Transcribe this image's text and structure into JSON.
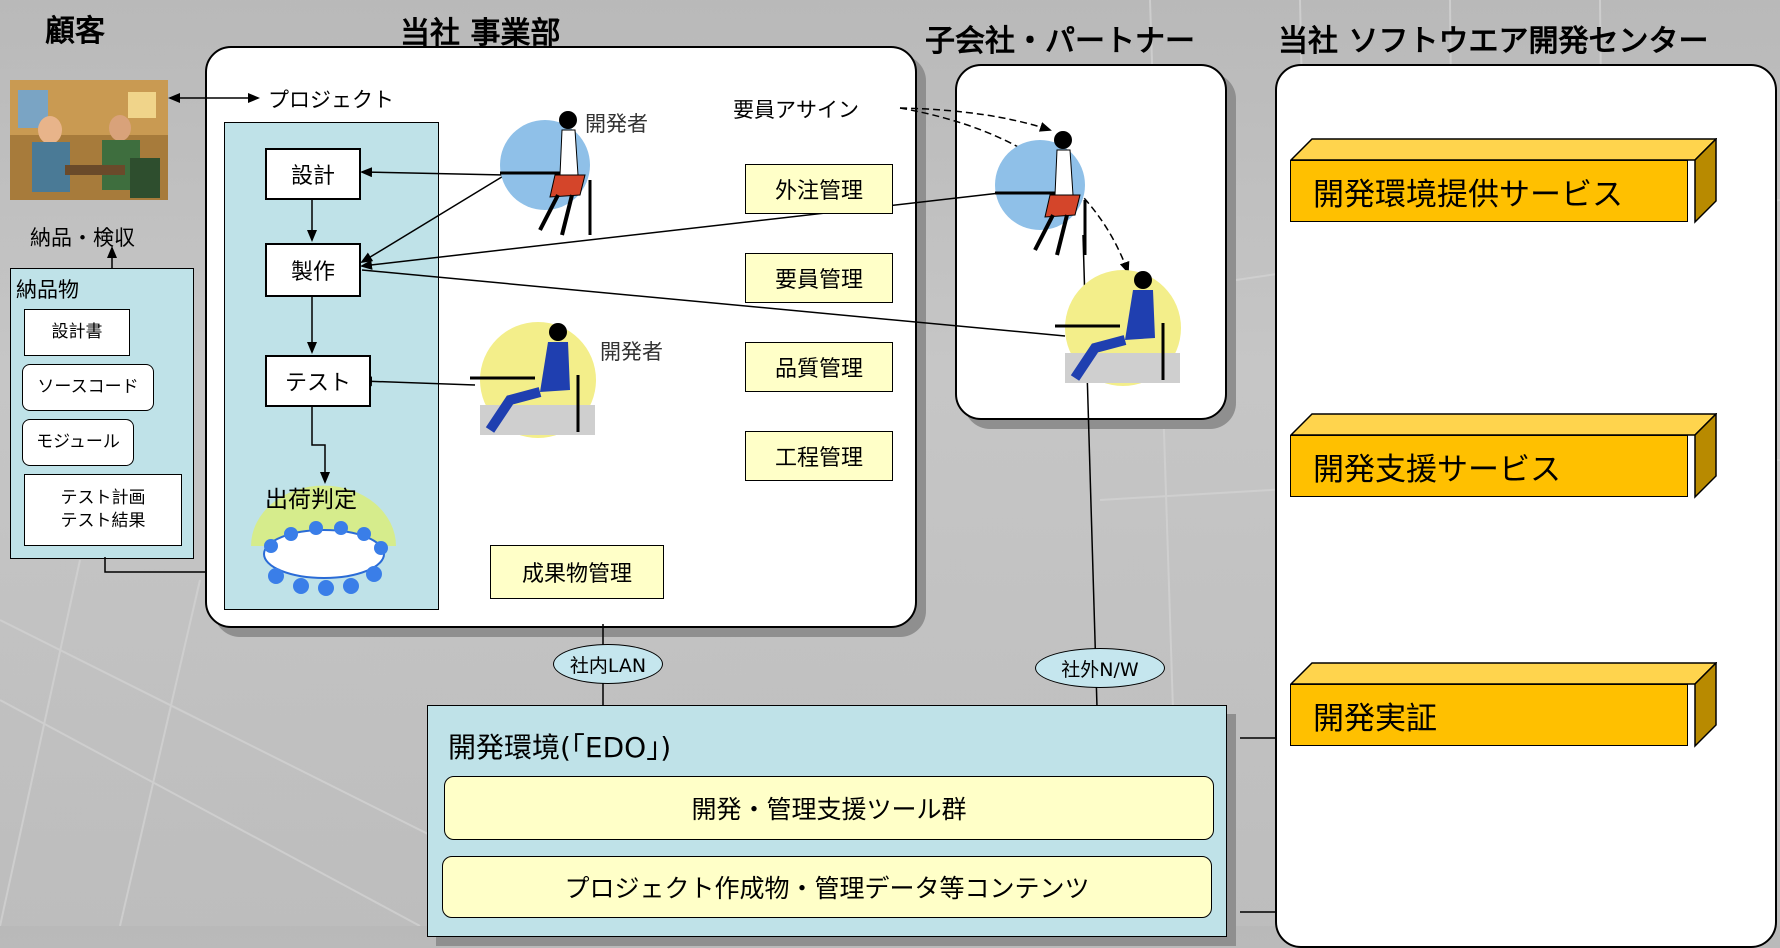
{
  "headers": {
    "customer": "顧客",
    "business_division": "当社 事業部",
    "subsidiary_partner": "子会社・パートナー",
    "software_center": "当社 ソフトウエア開発センター"
  },
  "customer": {
    "project_label": "プロジェクト",
    "delivery_inspection": "納品・検収",
    "deliverables_title": "納品物",
    "deliverables": [
      "設計書",
      "ソースコード",
      "モジュール",
      "テスト計画\nテスト結果"
    ]
  },
  "division": {
    "process": [
      "設計",
      "製作",
      "テスト"
    ],
    "shipping_decision": "出荷判定",
    "developer_label": "開発者",
    "staff_assign": "要員アサイン",
    "management": [
      "外注管理",
      "要員管理",
      "品質管理",
      "工程管理"
    ],
    "artifact_management": "成果物管理"
  },
  "network": {
    "internal_lan": "社内LAN",
    "external_nw": "社外N/W"
  },
  "environment": {
    "title": "開発環境(「EDO」)",
    "items": [
      "開発・管理支援ツール群",
      "プロジェクト作成物・管理データ等コンテンツ"
    ]
  },
  "center_services": [
    "開発環境提供サービス",
    "開発支援サービス",
    "開発実証"
  ],
  "colors": {
    "panel_light_blue": "#bfe2e8",
    "service_gold": "#ffc000",
    "item_cream": "#ffffc8"
  }
}
